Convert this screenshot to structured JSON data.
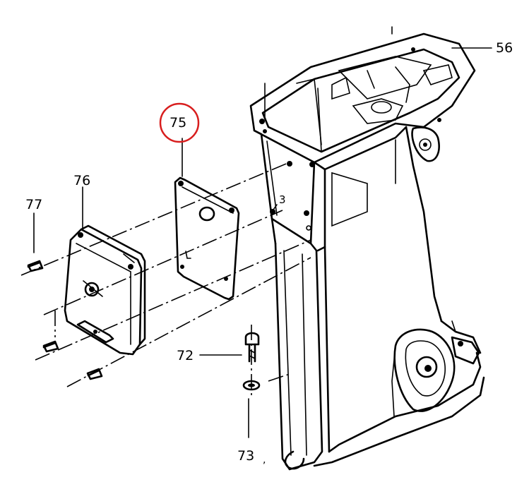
{
  "diagram": {
    "callouts": {
      "c56": "56",
      "c75": "75",
      "c76": "76",
      "c77": "77",
      "c72": "72",
      "c73": "73",
      "c3": "3"
    },
    "highlight_color": "#d81e1e",
    "highlighted_part": "75"
  }
}
